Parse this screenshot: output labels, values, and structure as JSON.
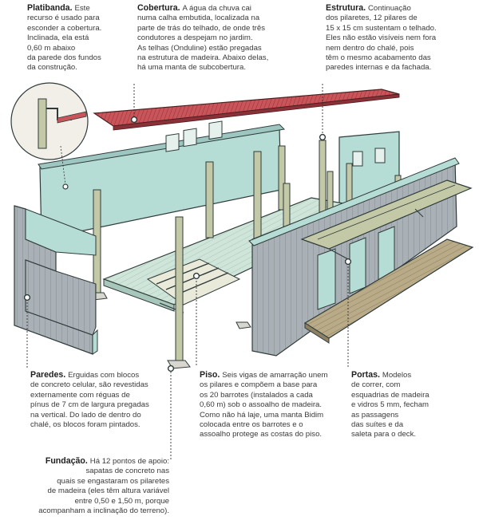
{
  "captions": {
    "platibanda": {
      "title": "Platibanda.",
      "lines": [
        "Este",
        "recurso é usado para",
        "esconder a cobertura.",
        "Inclinada, ela está",
        "0,60 m abaixo",
        "da parede dos fundos",
        "da construção."
      ]
    },
    "cobertura": {
      "title": "Cobertura.",
      "lines": [
        "A água da chuva cai",
        "numa calha embutida, localizada na",
        "parte de trás do telhado, de onde três",
        "condutores a despejam no jardim.",
        "As telhas (Onduline) estão pregadas",
        "na estrutura de madeira. Abaixo delas,",
        "há uma manta de subcobertura."
      ]
    },
    "estrutura": {
      "title": "Estrutura.",
      "lines": [
        "Continuação",
        "dos pilaretes, 12 pilares de",
        "15 x 15 cm sustentam o telhado.",
        "Eles não estão visíveis nem fora",
        "nem dentro do chalé, pois",
        "têm o mesmo acabamento das",
        "paredes internas e da fachada."
      ]
    },
    "paredes": {
      "title": "Paredes.",
      "lines": [
        "Erguidas com blocos",
        "de concreto celular, são revestidas",
        "externamente com réguas de",
        "pínus de 7 cm de largura pregadas",
        "na vertical. Do lado de dentro do",
        "chalé, os blocos foram pintados."
      ]
    },
    "piso": {
      "title": "Piso.",
      "lines": [
        "Seis vigas de amarração unem",
        "os pilares e compõem a base para",
        "os 20 barrotes (instalados a cada",
        "0,60 m) sob o assoalho de madeira.",
        "Como não há laje, uma manta Bidim",
        "colocada entre os barrotes e o",
        "assoalho protege as costas do piso."
      ]
    },
    "portas": {
      "title": "Portas.",
      "lines": [
        "Modelos",
        "de correr, com",
        "esquadrias de madeira",
        "e vidros 5 mm, fecham",
        "as passagens",
        "das suítes e da",
        "saleta para o deck."
      ]
    },
    "fundacao": {
      "title": "Fundação.",
      "lines": [
        "Há 12 pontos de apoio:",
        "sapatas de concreto nas",
        "quais se engastaram os pilaretes",
        "de madeira (eles têm altura variável",
        "entre 0,50 e 1,50 m, porque",
        "acompanham a inclinação do terreno)."
      ]
    }
  },
  "colors": {
    "roof": "#c9555a",
    "wall_teal": "#b6ddd5",
    "wall_gray": "#a9b0b6",
    "floor": "#cfe5d9",
    "wood": "#c3c8a6",
    "deck": "#b9ab87",
    "leader": "#333333"
  }
}
